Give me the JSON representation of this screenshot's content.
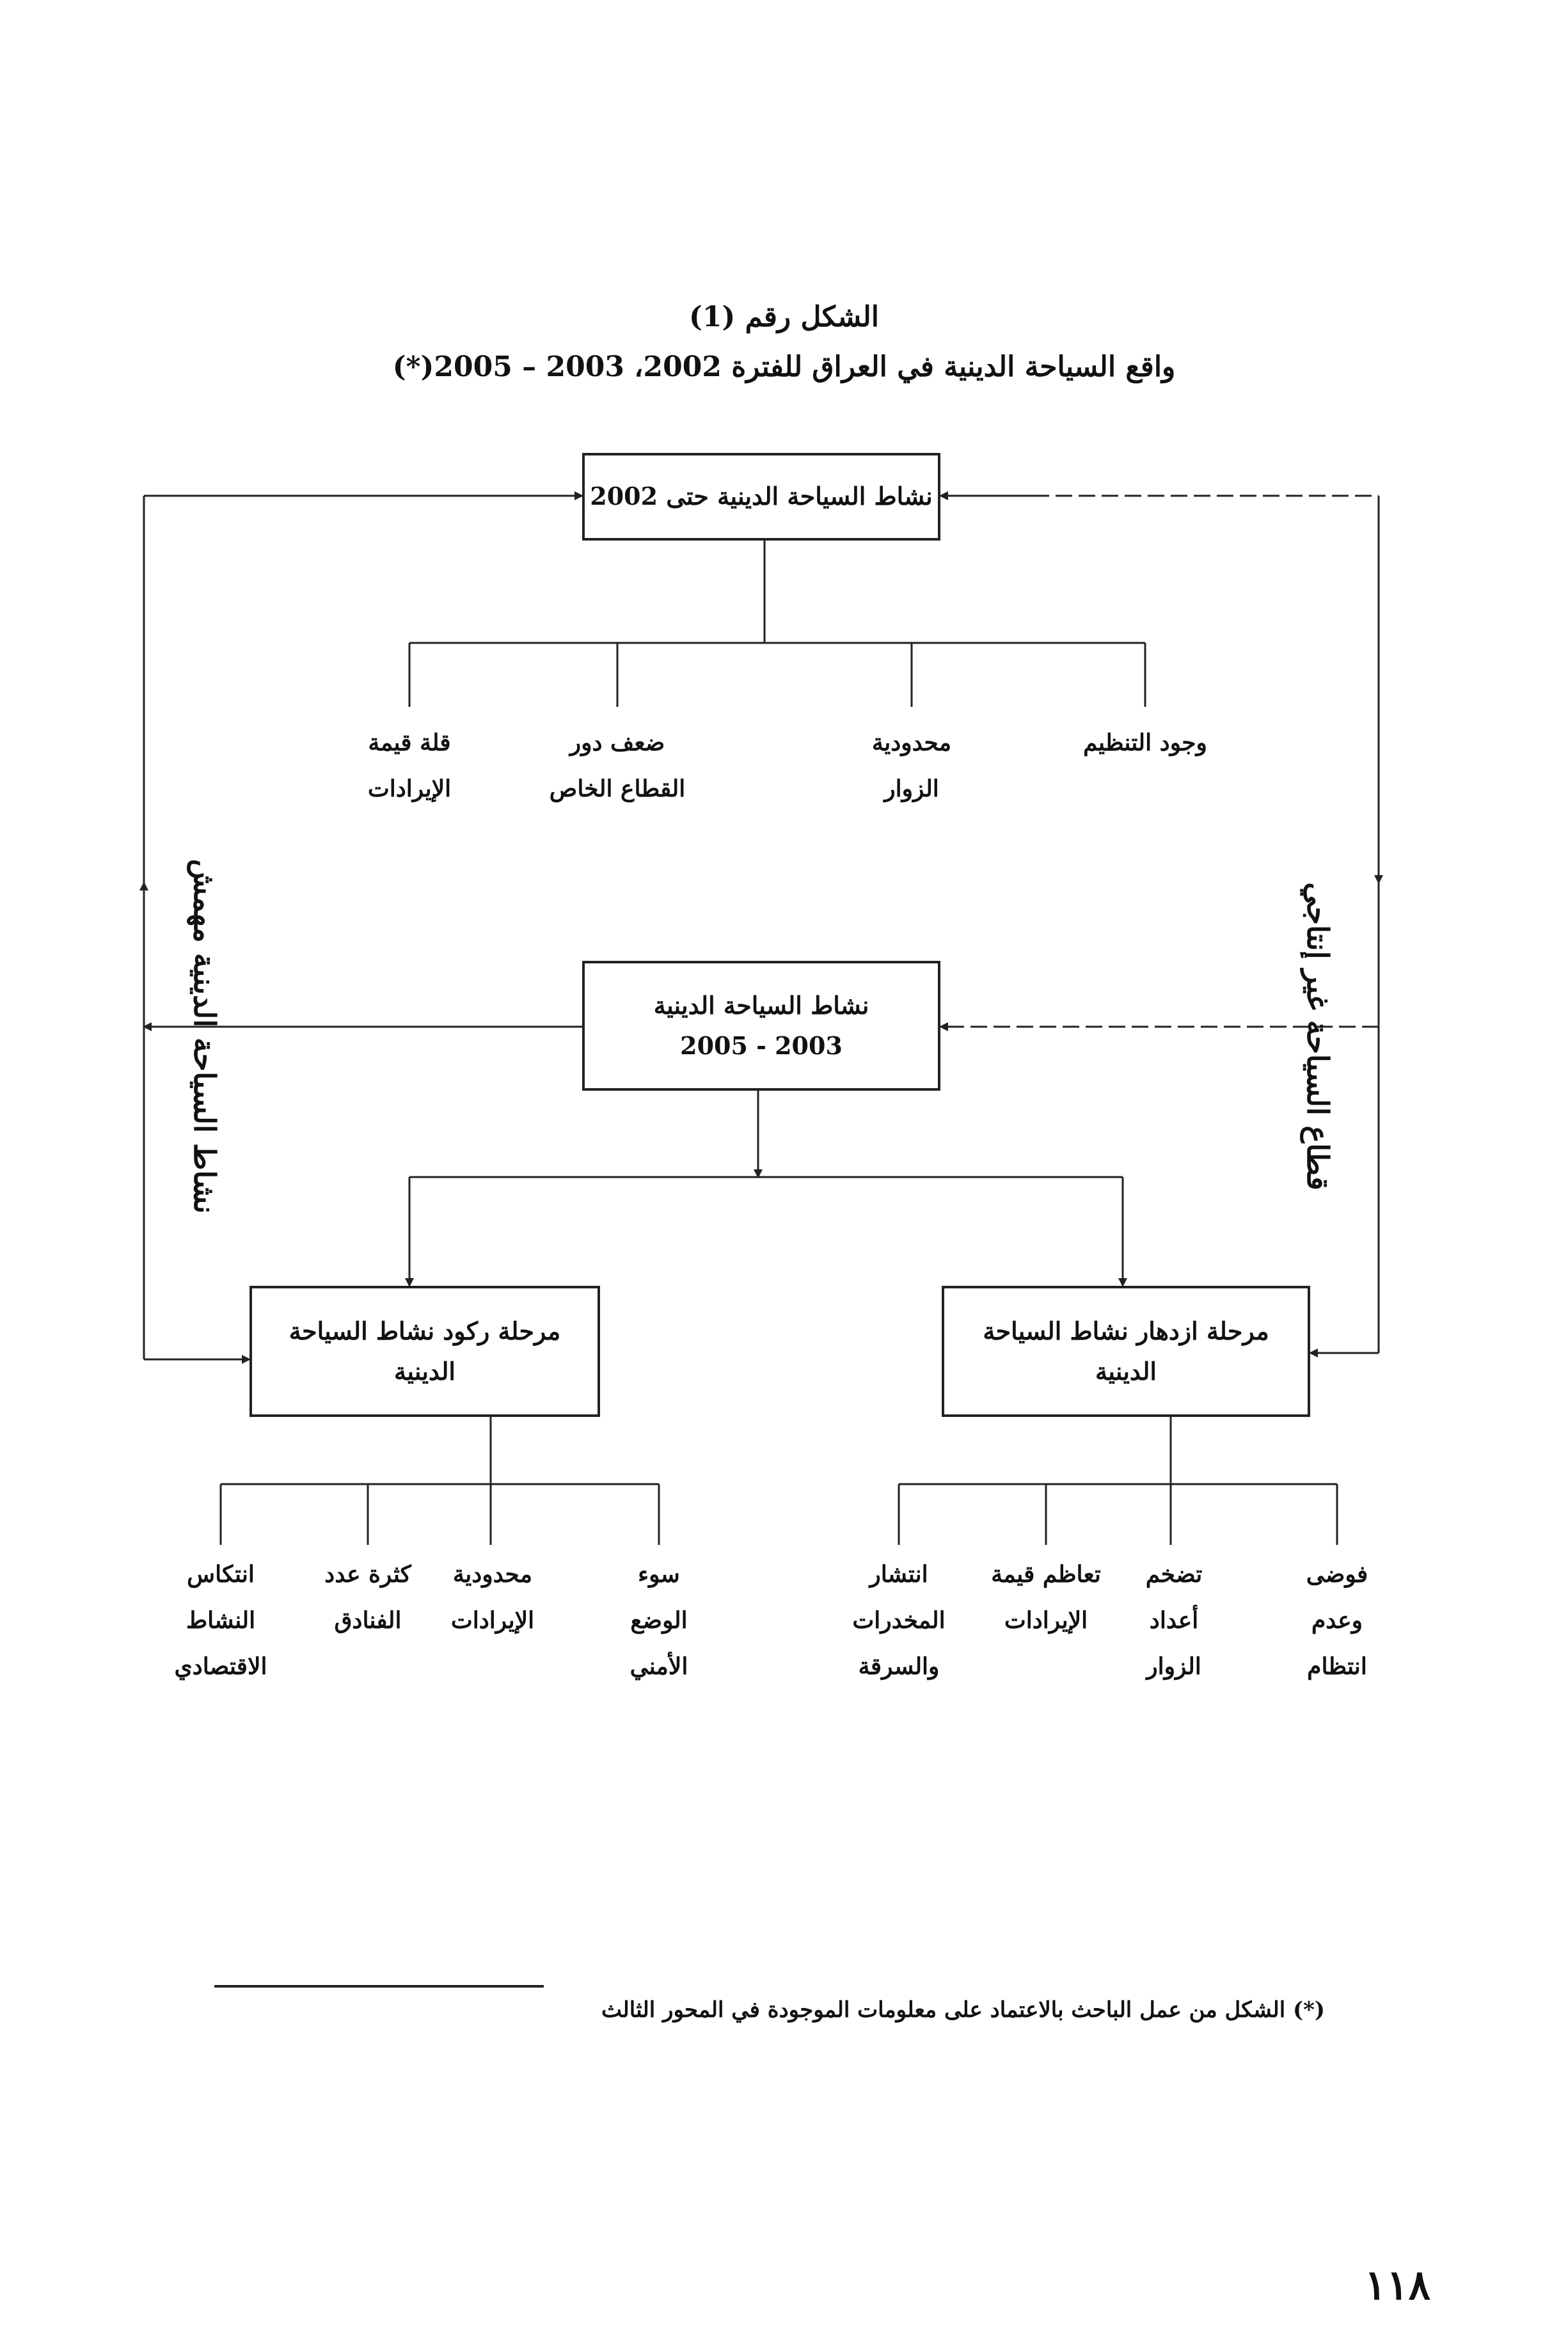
{
  "figure": {
    "label": "الشكل رقم (1)",
    "caption": "واقع السياحة الدينية في العراق للفترة 2002، 2003 – 2005(*)"
  },
  "top_box": {
    "text": "نشاط السياحة الدينية حتى 2002"
  },
  "top_children": [
    {
      "line1": "وجود التنظيم",
      "line2": ""
    },
    {
      "line1": "محدودية",
      "line2": "الزوار"
    },
    {
      "line1": "ضعف دور",
      "line2": "القطاع الخاص"
    },
    {
      "line1": "قلة قيمة",
      "line2": "الإيرادات"
    }
  ],
  "middle_box": {
    "line1": "نشاط السياحة الدينية",
    "line2": "2005 - 2003"
  },
  "side_labels": {
    "right": "قطاع السياحة غير إنتاجي",
    "left": "نشاط السياحة الدينية مهمش"
  },
  "boom_box": {
    "line1": "مرحلة ازدهار نشاط السياحة",
    "line2": "الدينية"
  },
  "stagnation_box": {
    "line1": "مرحلة ركود نشاط السياحة",
    "line2": "الدينية"
  },
  "boom_children": [
    {
      "line1": "فوضى",
      "line2": "وعدم",
      "line3": "انتظام"
    },
    {
      "line1": "تضخم",
      "line2": "أعداد",
      "line3": "الزوار"
    },
    {
      "line1": "تعاظم قيمة",
      "line2": "الإيرادات",
      "line3": ""
    },
    {
      "line1": "انتشار",
      "line2": "المخدرات",
      "line3": "والسرقة"
    }
  ],
  "stagnation_children": [
    {
      "line1": "سوء",
      "line2": "الوضع",
      "line3": "الأمني"
    },
    {
      "line1": "محدودية",
      "line2": "الإيرادات",
      "line3": ""
    },
    {
      "line1": "كثرة عدد",
      "line2": "الفنادق",
      "line3": ""
    },
    {
      "line1": "انتكاس",
      "line2": "النشاط",
      "line3": "الاقتصادي"
    }
  ],
  "footnote": "(*) الشكل من عمل الباحث بالاعتماد على معلومات الموجودة في المحور الثالث",
  "page_number": "١١٨",
  "colors": {
    "line": "#222222",
    "text": "#111111",
    "background": "#ffffff"
  }
}
